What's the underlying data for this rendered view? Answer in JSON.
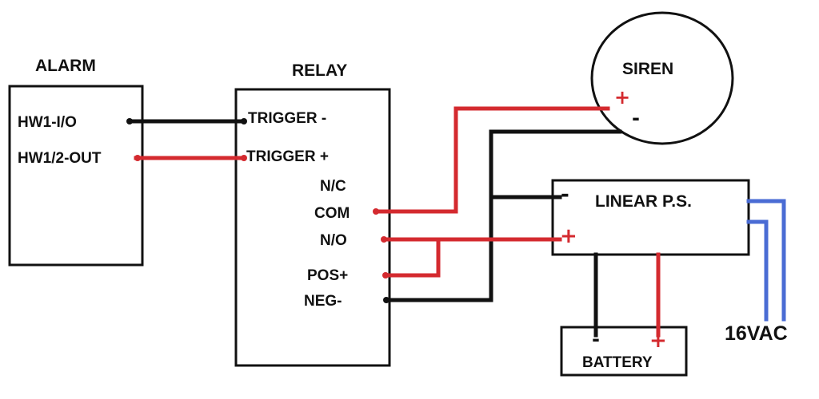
{
  "alarm": {
    "title": "ALARM",
    "terminals": [
      "HW1-I/O",
      "HW1/2-OUT"
    ]
  },
  "relay": {
    "title": "RELAY",
    "terminals": [
      "TRIGGER -",
      "TRIGGER +",
      "N/C",
      "COM",
      "N/O",
      "POS+",
      "NEG-"
    ]
  },
  "siren": {
    "label": "SIREN",
    "plus": "+",
    "minus": "-"
  },
  "power_supply": {
    "label": "LINEAR P.S.",
    "minus": "-",
    "plus": "+"
  },
  "battery": {
    "label": "BATTERY",
    "minus": "-",
    "plus": "+"
  },
  "ac_input": {
    "label": "16VAC"
  },
  "colors": {
    "negative_wire": "#111111",
    "positive_wire": "#d42a2f",
    "ac_wire": "#4a6cd4",
    "box_outline": "#111111"
  }
}
